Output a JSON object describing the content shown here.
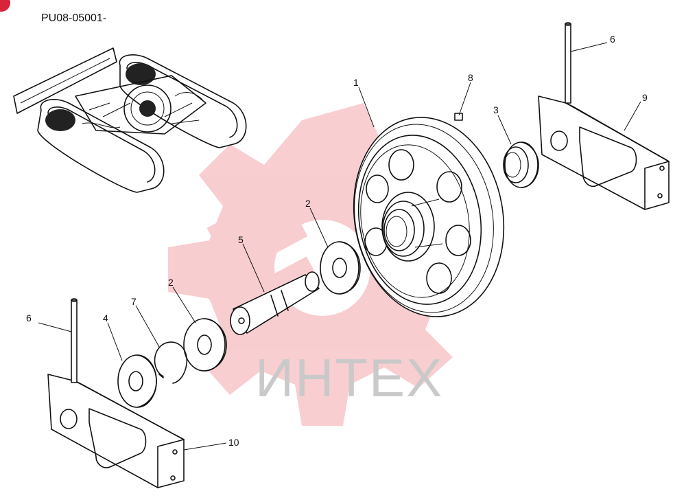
{
  "header": {
    "reference_code": "PU08-05001-"
  },
  "watermark": {
    "text": "ИНТЕХ",
    "gear_color": "#e8424d",
    "text_color": "#c9c9c9"
  },
  "colors": {
    "line": "#111111",
    "background": "#ffffff",
    "corner_marker": "#d8243a"
  },
  "callouts": {
    "c1": "1",
    "c2a": "2",
    "c2b": "2",
    "c3": "3",
    "c4": "4",
    "c5": "5",
    "c6a": "6",
    "c6b": "6",
    "c7": "7",
    "c8": "8",
    "c9": "9",
    "c10": "10"
  },
  "icons": {
    "corner_marker": "red-circle-icon",
    "watermark": "gear-logo-icon"
  }
}
